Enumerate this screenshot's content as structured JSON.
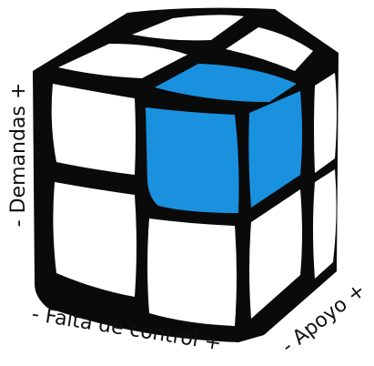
{
  "diagram": {
    "type": "2x2 cube model",
    "axes": {
      "vertical": "- Demandas +",
      "front_horizontal": "- Falta de control +",
      "side_horizontal": "- Apoyo +"
    },
    "highlighted_cube_color": "#1a91df",
    "cube_face_color": "#ffffff",
    "cube_frame_color": "#0a0a0a"
  }
}
